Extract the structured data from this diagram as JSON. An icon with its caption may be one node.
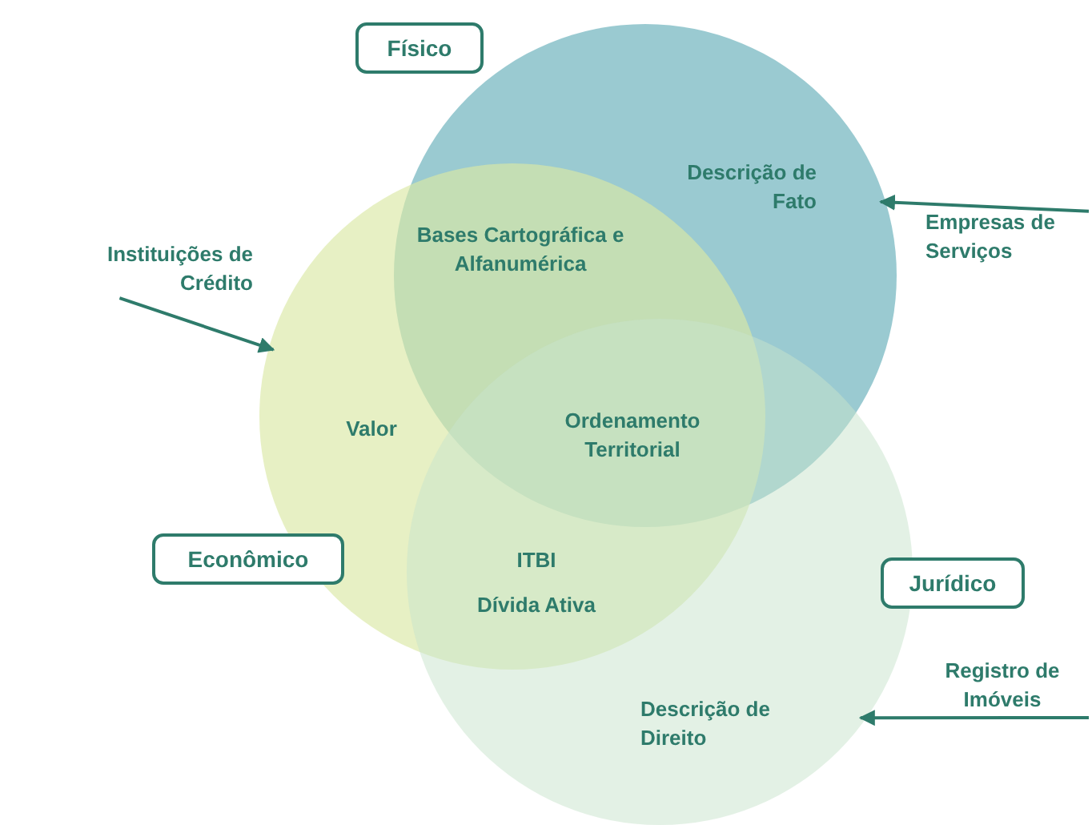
{
  "diagram": {
    "nodes": [
      {
        "text": [
          "Físico"
        ]
      },
      {
        "text": [],
        "shape": "circle"
      },
      {
        "text": [],
        "shape": "circle"
      },
      {
        "text": [],
        "shape": "circle"
      },
      {
        "text": [
          "Instituições de Crédito"
        ]
      },
      {
        "text": [
          "Empresas de Serviços"
        ]
      },
      {
        "text": [
          "Econômico"
        ]
      },
      {
        "text": [
          "Jurídico"
        ]
      },
      {
        "text": [
          "Registro de Imóveis"
        ]
      }
    ],
    "edges": [
      {
        "from": 5,
        "to": 1,
        "arrow": "to"
      },
      {
        "from": 4,
        "to": 2,
        "arrow": "to"
      },
      {
        "from": 8,
        "to": 3,
        "arrow": "to"
      }
    ],
    "labels": [
      "Descrição de Fato",
      "Bases Cartográfica e Alfanumérica",
      "Valor",
      "Ordenamento Territorial",
      "ITBI",
      "Dívida Ativa",
      "Descrição de Direito"
    ]
  }
}
